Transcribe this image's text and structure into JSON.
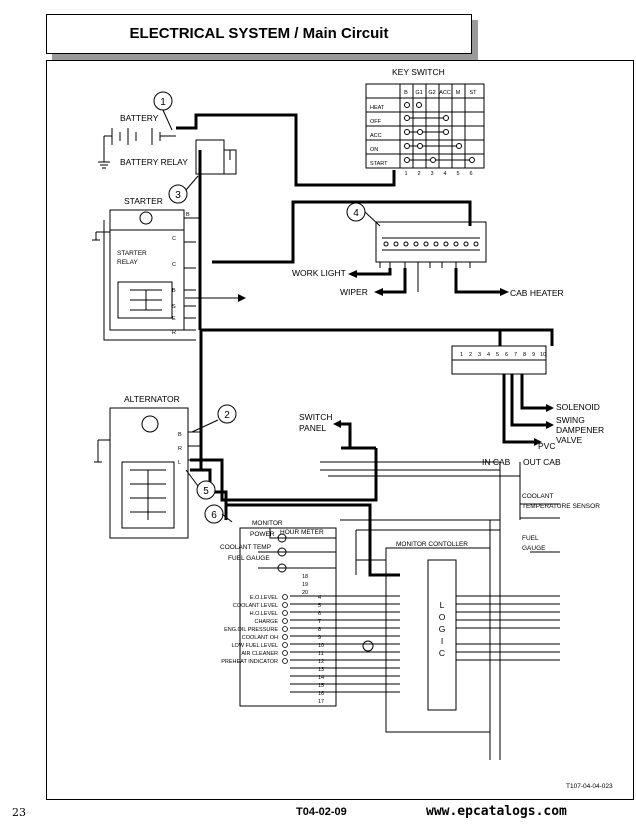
{
  "header": {
    "title": "ELECTRICAL SYSTEM / Main Circuit"
  },
  "components": {
    "battery": "BATTERY",
    "battery_relay": "BATTERY RELAY",
    "starter": "STARTER",
    "starter_relay_line1": "STARTER",
    "starter_relay_line2": "RELAY",
    "alternator": "ALTERNATOR",
    "key_switch": "KEY SWITCH",
    "work_light": "WORK LIGHT",
    "wiper": "WIPER",
    "cab_heater": "CAB HEATER",
    "switch_panel_line1": "SWITCH",
    "switch_panel_line2": "PANEL",
    "solenoid": "SOLENOID",
    "swing_dampener_line1": "SWING",
    "swing_dampener_line2": "DAMPENER",
    "swing_dampener_line3": "VALVE",
    "pvc": "PVC",
    "in_cab": "IN CAB",
    "out_cab": "OUT CAB",
    "coolant_sensor_line1": "COOLANT",
    "coolant_sensor_line2": "TEMPERATURE SENSOR",
    "fuel_gauge_sensor_line1": "FUEL",
    "fuel_gauge_sensor_line2": "GAUGE",
    "monitor": "MONITOR",
    "power": "POWER",
    "hour_meter": "HOUR METER",
    "monitor_controller": "MONITOR CONTOLLER",
    "logic": [
      "L",
      "O",
      "G",
      "I",
      "C"
    ],
    "coolant_temp": "COOLANT TEMP",
    "fuel_gauge": "FUEL GAUGE"
  },
  "key_switch": {
    "columns": [
      "B",
      "G1",
      "G2",
      "ACC",
      "M",
      "ST"
    ],
    "rows": [
      "HEAT",
      "OFF",
      "ACC",
      "ON",
      "START"
    ],
    "terminal_numbers": [
      "1",
      "2",
      "3",
      "4",
      "5",
      "6"
    ]
  },
  "monitor_items": [
    "E.O.LEVEL",
    "COOLANT LEVEL",
    "H.O.LEVEL",
    "CHARGE",
    "ENG.OIL PRESSURE",
    "COOLANT OH",
    "LOW FUEL LEVEL",
    "AIR CLEANER",
    "PREHEAT INDICATOR"
  ],
  "monitor_pins": [
    "4",
    "5",
    "6",
    "7",
    "8",
    "9",
    "10",
    "11",
    "12",
    "13",
    "14",
    "15",
    "16",
    "17",
    "18",
    "19",
    "20"
  ],
  "callouts": [
    "1",
    "2",
    "3",
    "4",
    "5",
    "6"
  ],
  "relay_terminals": [
    "B",
    "C",
    "C",
    "B",
    "S",
    "E",
    "R"
  ],
  "alternator_terminals": [
    "B",
    "R",
    "L"
  ],
  "harness_pins": [
    "1",
    "2",
    "3",
    "4",
    "5",
    "6",
    "7",
    "8",
    "9",
    "10"
  ],
  "figure_id": "T107-04-04-023",
  "footer": {
    "page_number": "23",
    "code": "T04-02-09",
    "website": "www.epcatalogs.com"
  }
}
